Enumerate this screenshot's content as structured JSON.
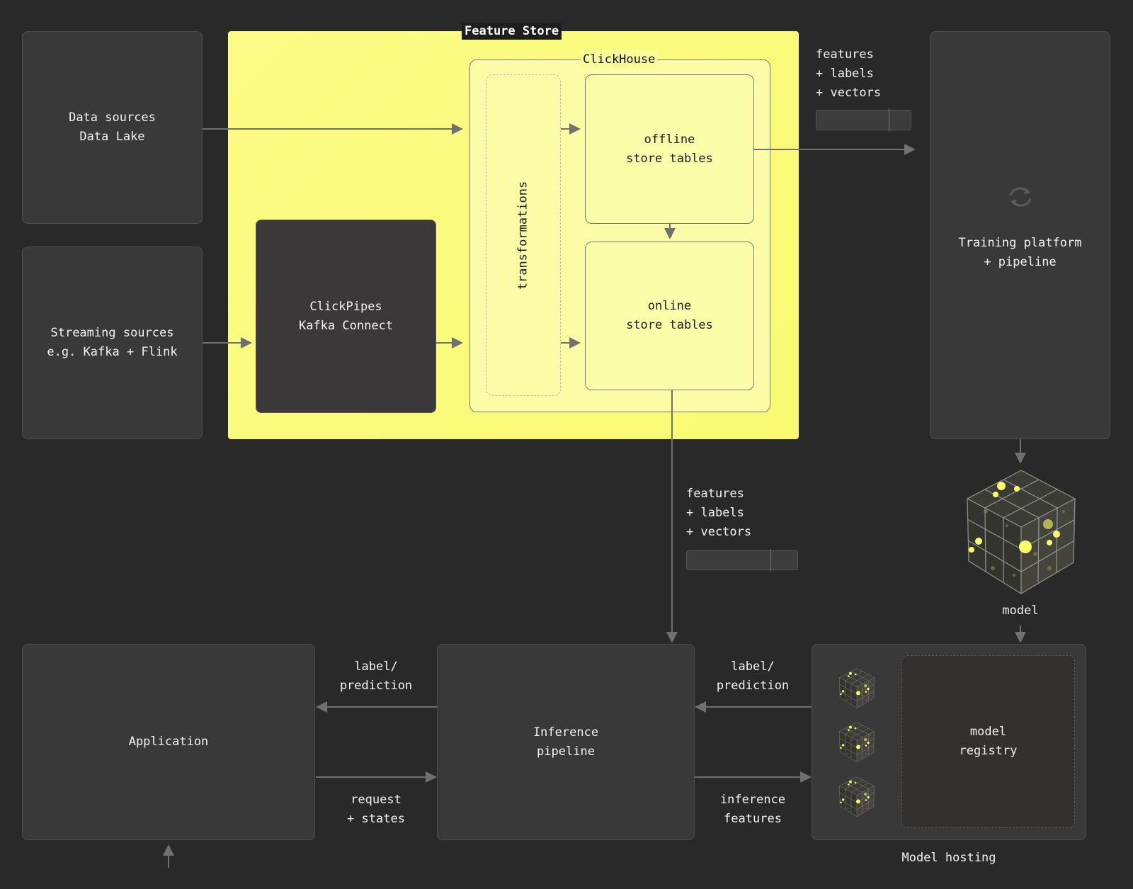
{
  "feature_store": {
    "title": "Feature Store",
    "clickhouse": "ClickHouse",
    "transformations": "transformations",
    "offline": "offline\nstore tables",
    "online": "online\nstore tables",
    "clickpipes": "ClickPipes\nKafka Connect"
  },
  "sources": {
    "data": "Data sources\nData Lake",
    "streaming": "Streaming sources\ne.g. Kafka + Flink"
  },
  "training": {
    "label": "Training platform\n+ pipeline",
    "icon": "sync-icon"
  },
  "flow_top": "features\n+ labels\n+ vectors",
  "flow_mid": "features\n+ labels\n+ vectors",
  "model": "model",
  "application": "Application",
  "inference": "Inference\npipeline",
  "model_hosting": {
    "title": "Model hosting",
    "registry": "model\nregistry"
  },
  "edges": {
    "app_pred": "label/\nprediction",
    "host_pred": "label/\nprediction",
    "request": "request\n+ states",
    "inference_features": "inference\nfeatures"
  },
  "colors": {
    "background": "#292929",
    "accent": "#faff69"
  }
}
